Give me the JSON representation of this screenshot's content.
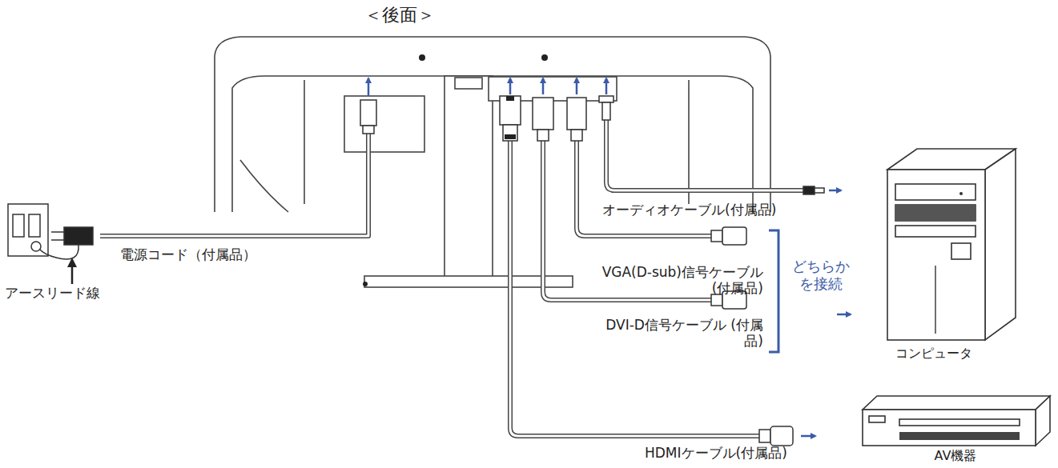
{
  "diagram": {
    "title": "＜後面＞",
    "nodes": [
      {
        "text": [
          "コンピュータ"
        ]
      },
      {
        "text": [
          "AV機器"
        ]
      }
    ],
    "labels": [
      "オーディオケーブル(付属品)",
      "電源コード（付属品）",
      "アースリード線",
      "VGA(D-sub)信号ケーブル (付属品)",
      "DVI-D信号ケーブル (付属品)",
      "どちらか を接続",
      "HDMIケーブル(付属品)"
    ]
  }
}
